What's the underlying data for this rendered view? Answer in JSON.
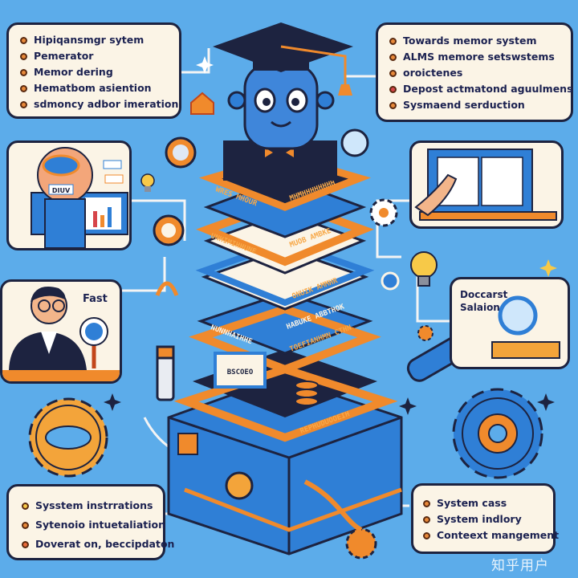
{
  "top_left_panel": {
    "items": [
      "Hipiqansmgr sytem",
      "Pemerator",
      "Memor dering",
      "Hematbom asiention",
      "sdmoncy adbor imeration"
    ]
  },
  "top_right_panel": {
    "items": [
      "Towards memor system",
      "ALMS memore setswstems",
      "oroictenes",
      "Depost actmatond aguulmens",
      "Sysmaend serduction"
    ]
  },
  "fast_panel": {
    "label": "Fast"
  },
  "brain_panel": {
    "badge": "DIUV"
  },
  "doc_panel": {
    "label_line1": "Doccarst",
    "label_line2": "Salaion"
  },
  "bottom_left_panel": {
    "items": [
      "Sysstem instrrations",
      "Sytenoio intuetaliation",
      "Doverat on, beccipdaton"
    ]
  },
  "bottom_right_panel": {
    "items": [
      "System cass",
      "System indlory",
      "Conteext mangement"
    ]
  },
  "tower": {
    "layer_labels": [
      "WRES MHOUR",
      "MHMHHHHHHHH",
      "UNHIMIHHUNE",
      "MUOB AMBKE",
      "ONUIK AMMHR",
      "HABUKE ABBTHOK",
      "NUNNHAIHHE",
      "TOEFIANHMN CTHN",
      "REPHUDUOOEIH"
    ],
    "screen_label": "BSCOEO"
  },
  "watermark": "知乎用户",
  "colors": {
    "background": "#5cacea",
    "panel": "#fbf4e6",
    "accent_orange": "#f08a2c",
    "accent_blue": "#2f7fd6",
    "outline": "#1d2340"
  }
}
